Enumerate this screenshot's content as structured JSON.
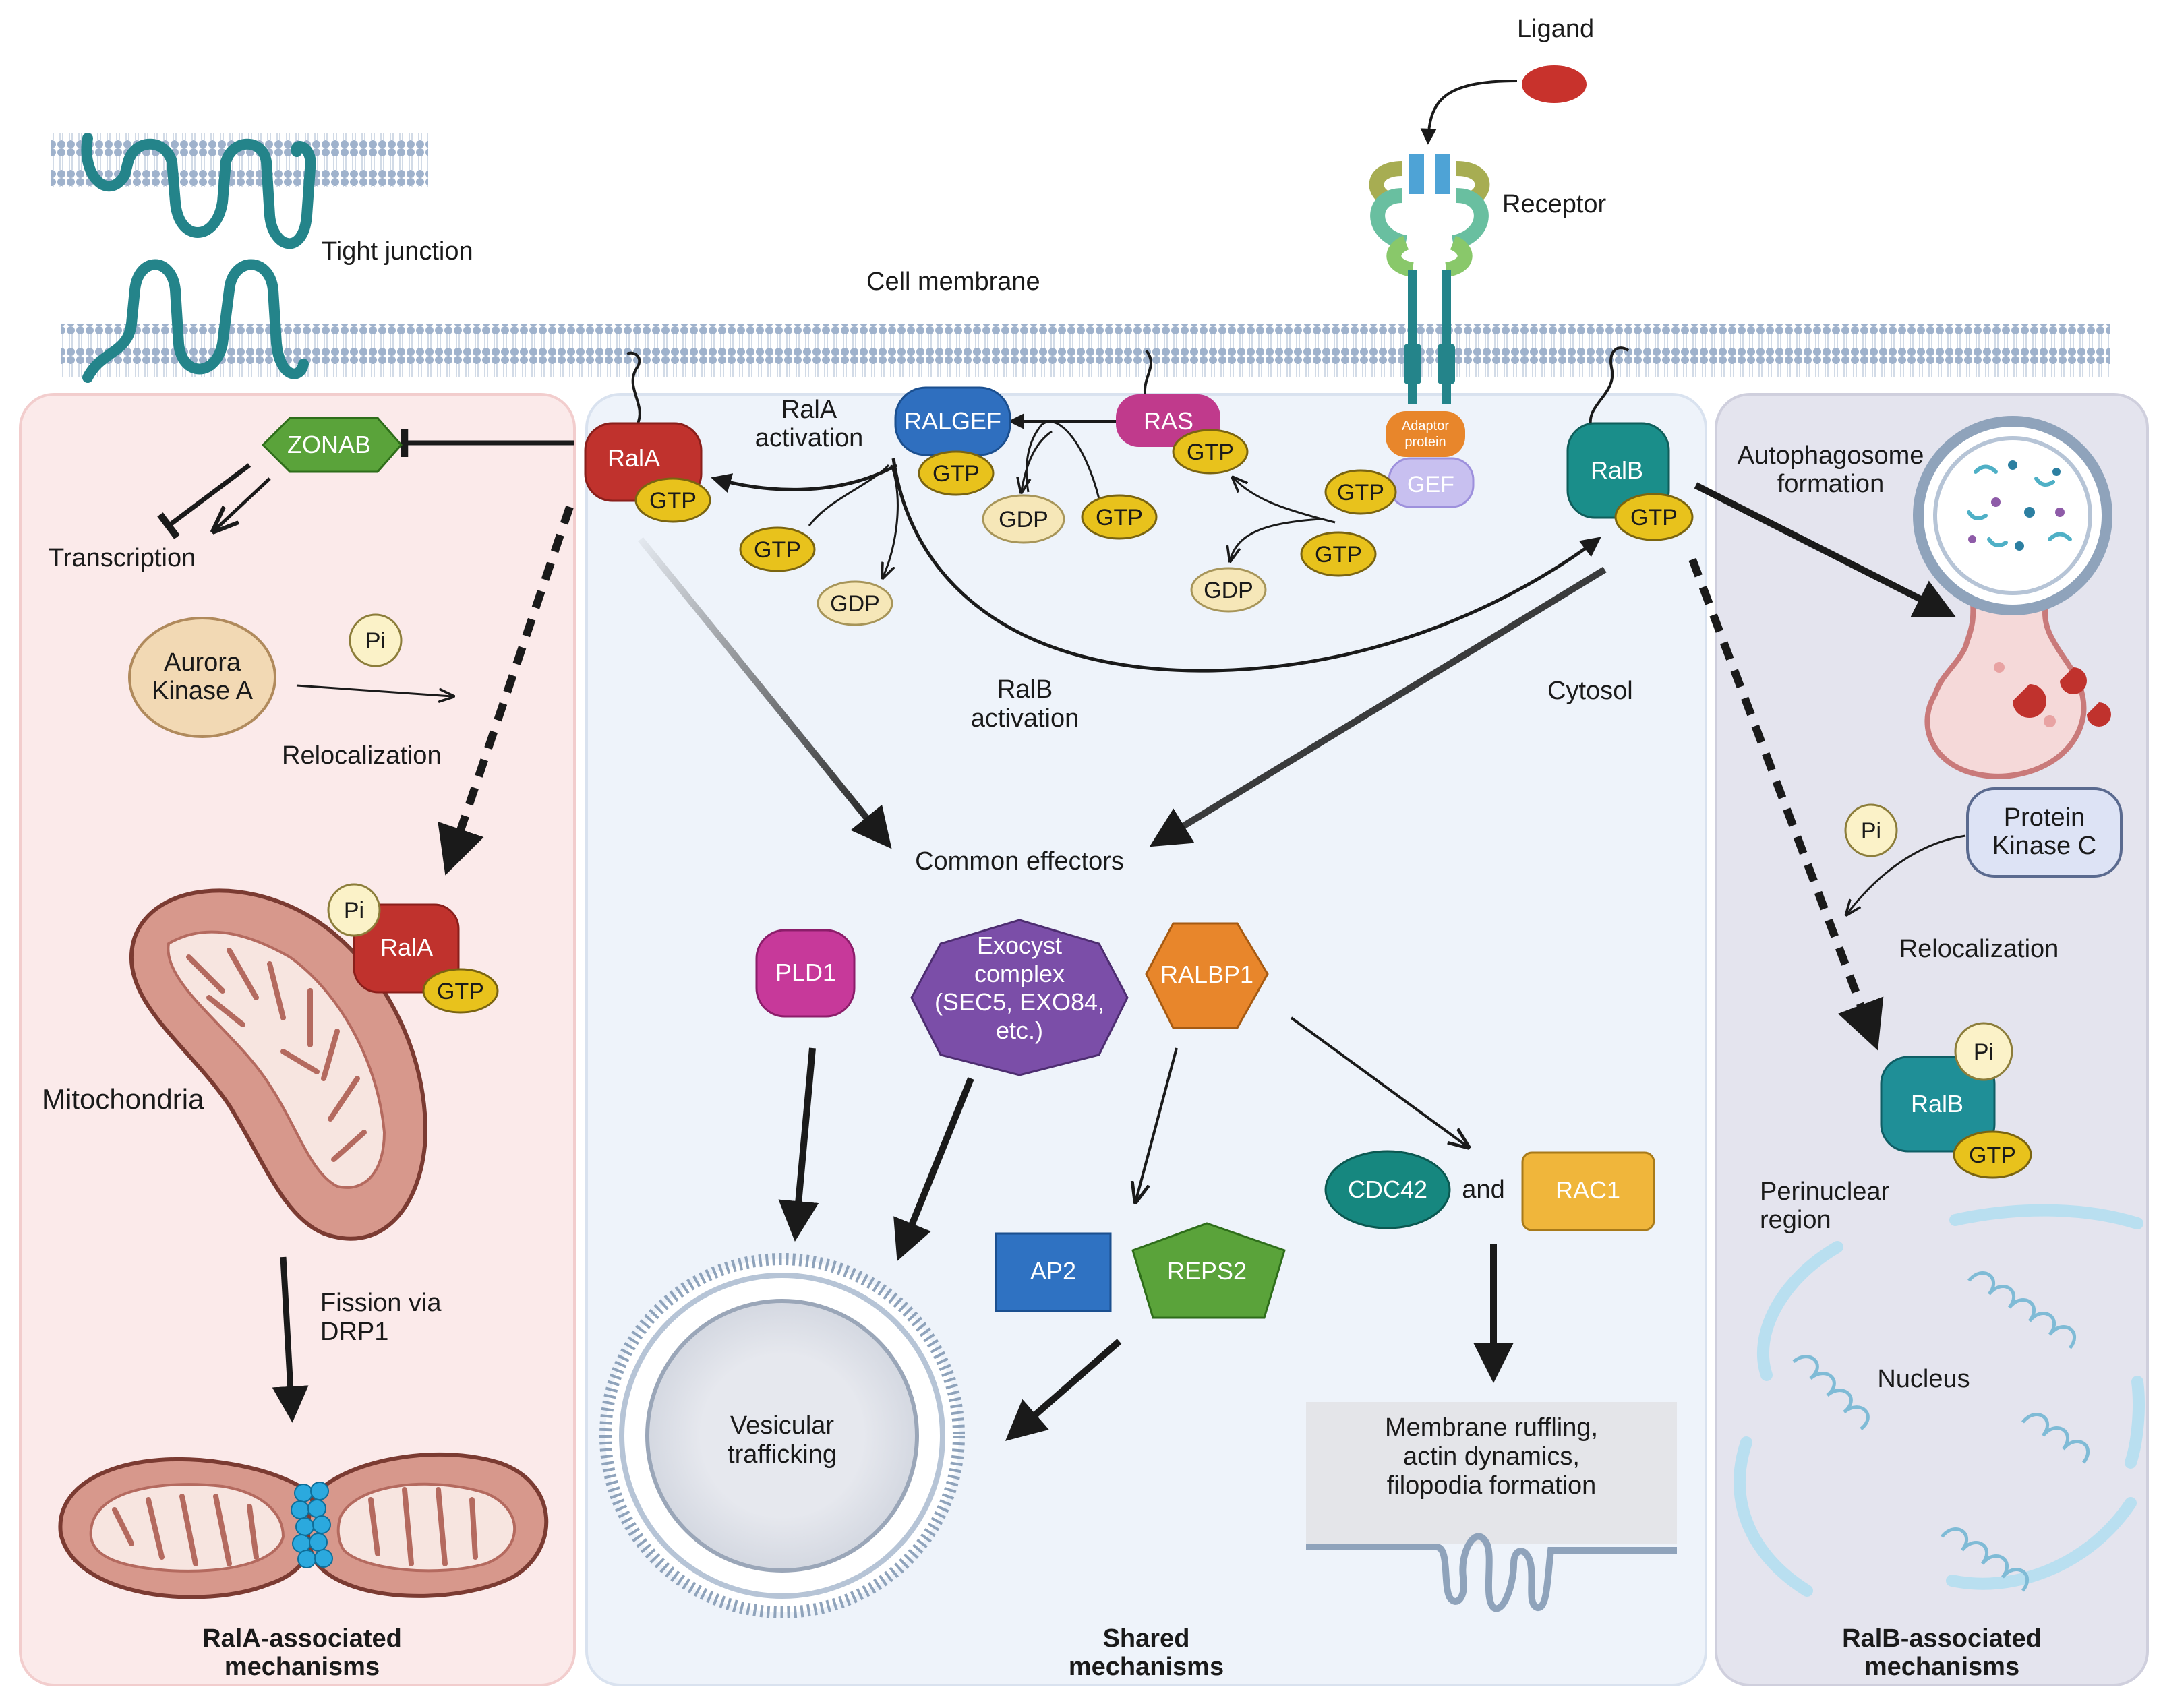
{
  "labels": {
    "ligand": "Ligand",
    "receptor": "Receptor",
    "tight_junction": "Tight junction",
    "cell_membrane": "Cell membrane",
    "cytosol": "Cytosol",
    "rala_activation_1": "RalA",
    "rala_activation_2": "activation",
    "ralb_activation_1": "RalB",
    "ralb_activation_2": "activation",
    "common_effectors": "Common effectors",
    "transcription": "Transcription",
    "relocalization_left": "Relocalization",
    "relocalization_right": "Relocalization",
    "mitochondria": "Mitochondria",
    "fission_1": "Fission via",
    "fission_2": "DRP1",
    "autophagosome_1": "Autophagosome",
    "autophagosome_2": "formation",
    "perinuclear_1": "Perinuclear",
    "perinuclear_2": "region",
    "nucleus": "Nucleus",
    "and": "and",
    "vesicular_1": "Vesicular",
    "vesicular_2": "trafficking",
    "membrane_1": "Membrane ruffling,",
    "membrane_2": "actin dynamics,",
    "membrane_3": "filopodia formation"
  },
  "panels": {
    "left_1": "RalA-associated",
    "left_2": "mechanisms",
    "center_1": "Shared",
    "center_2": "mechanisms",
    "right_1": "RalB-associated",
    "right_2": "mechanisms"
  },
  "nodes": {
    "zonab": "ZONAB",
    "aurora_1": "Aurora",
    "aurora_2": "Kinase A",
    "rala": "RalA",
    "ralb": "RalB",
    "ralgef": "RALGEF",
    "ras": "RAS",
    "gef": "GEF",
    "adaptor_1": "Adaptor",
    "adaptor_2": "protein",
    "pkc_1": "Protein",
    "pkc_2": "Kinase C",
    "pld1": "PLD1",
    "exocyst_1": "Exocyst",
    "exocyst_2": "complex",
    "exocyst_3": "(SEC5, EXO84,",
    "exocyst_4": "etc.)",
    "ralbp1": "RALBP1",
    "cdc42": "CDC42",
    "rac1": "RAC1",
    "ap2": "AP2",
    "reps2": "REPS2",
    "gtp": "GTP",
    "gdp": "GDP",
    "pi": "Pi"
  },
  "colors": {
    "rala": "#c0322d",
    "ralb": "#1a8e8a",
    "ralgef": "#2f6fbf",
    "ras": "#c03a8c",
    "gtp": "#e8c21c",
    "gdp": "#f6e7b8",
    "zonab": "#5aa33a",
    "pld1": "#c7399a",
    "exocyst": "#7b4ea8",
    "ralbp1": "#e8862b",
    "cdc42": "#16877f",
    "rac1": "#f0b63b",
    "ap2": "#2f72c2",
    "reps2": "#5aa33a",
    "panel_left": "#fbeaea",
    "panel_center": "#eef3fa",
    "panel_right": "#e4e4ee"
  }
}
